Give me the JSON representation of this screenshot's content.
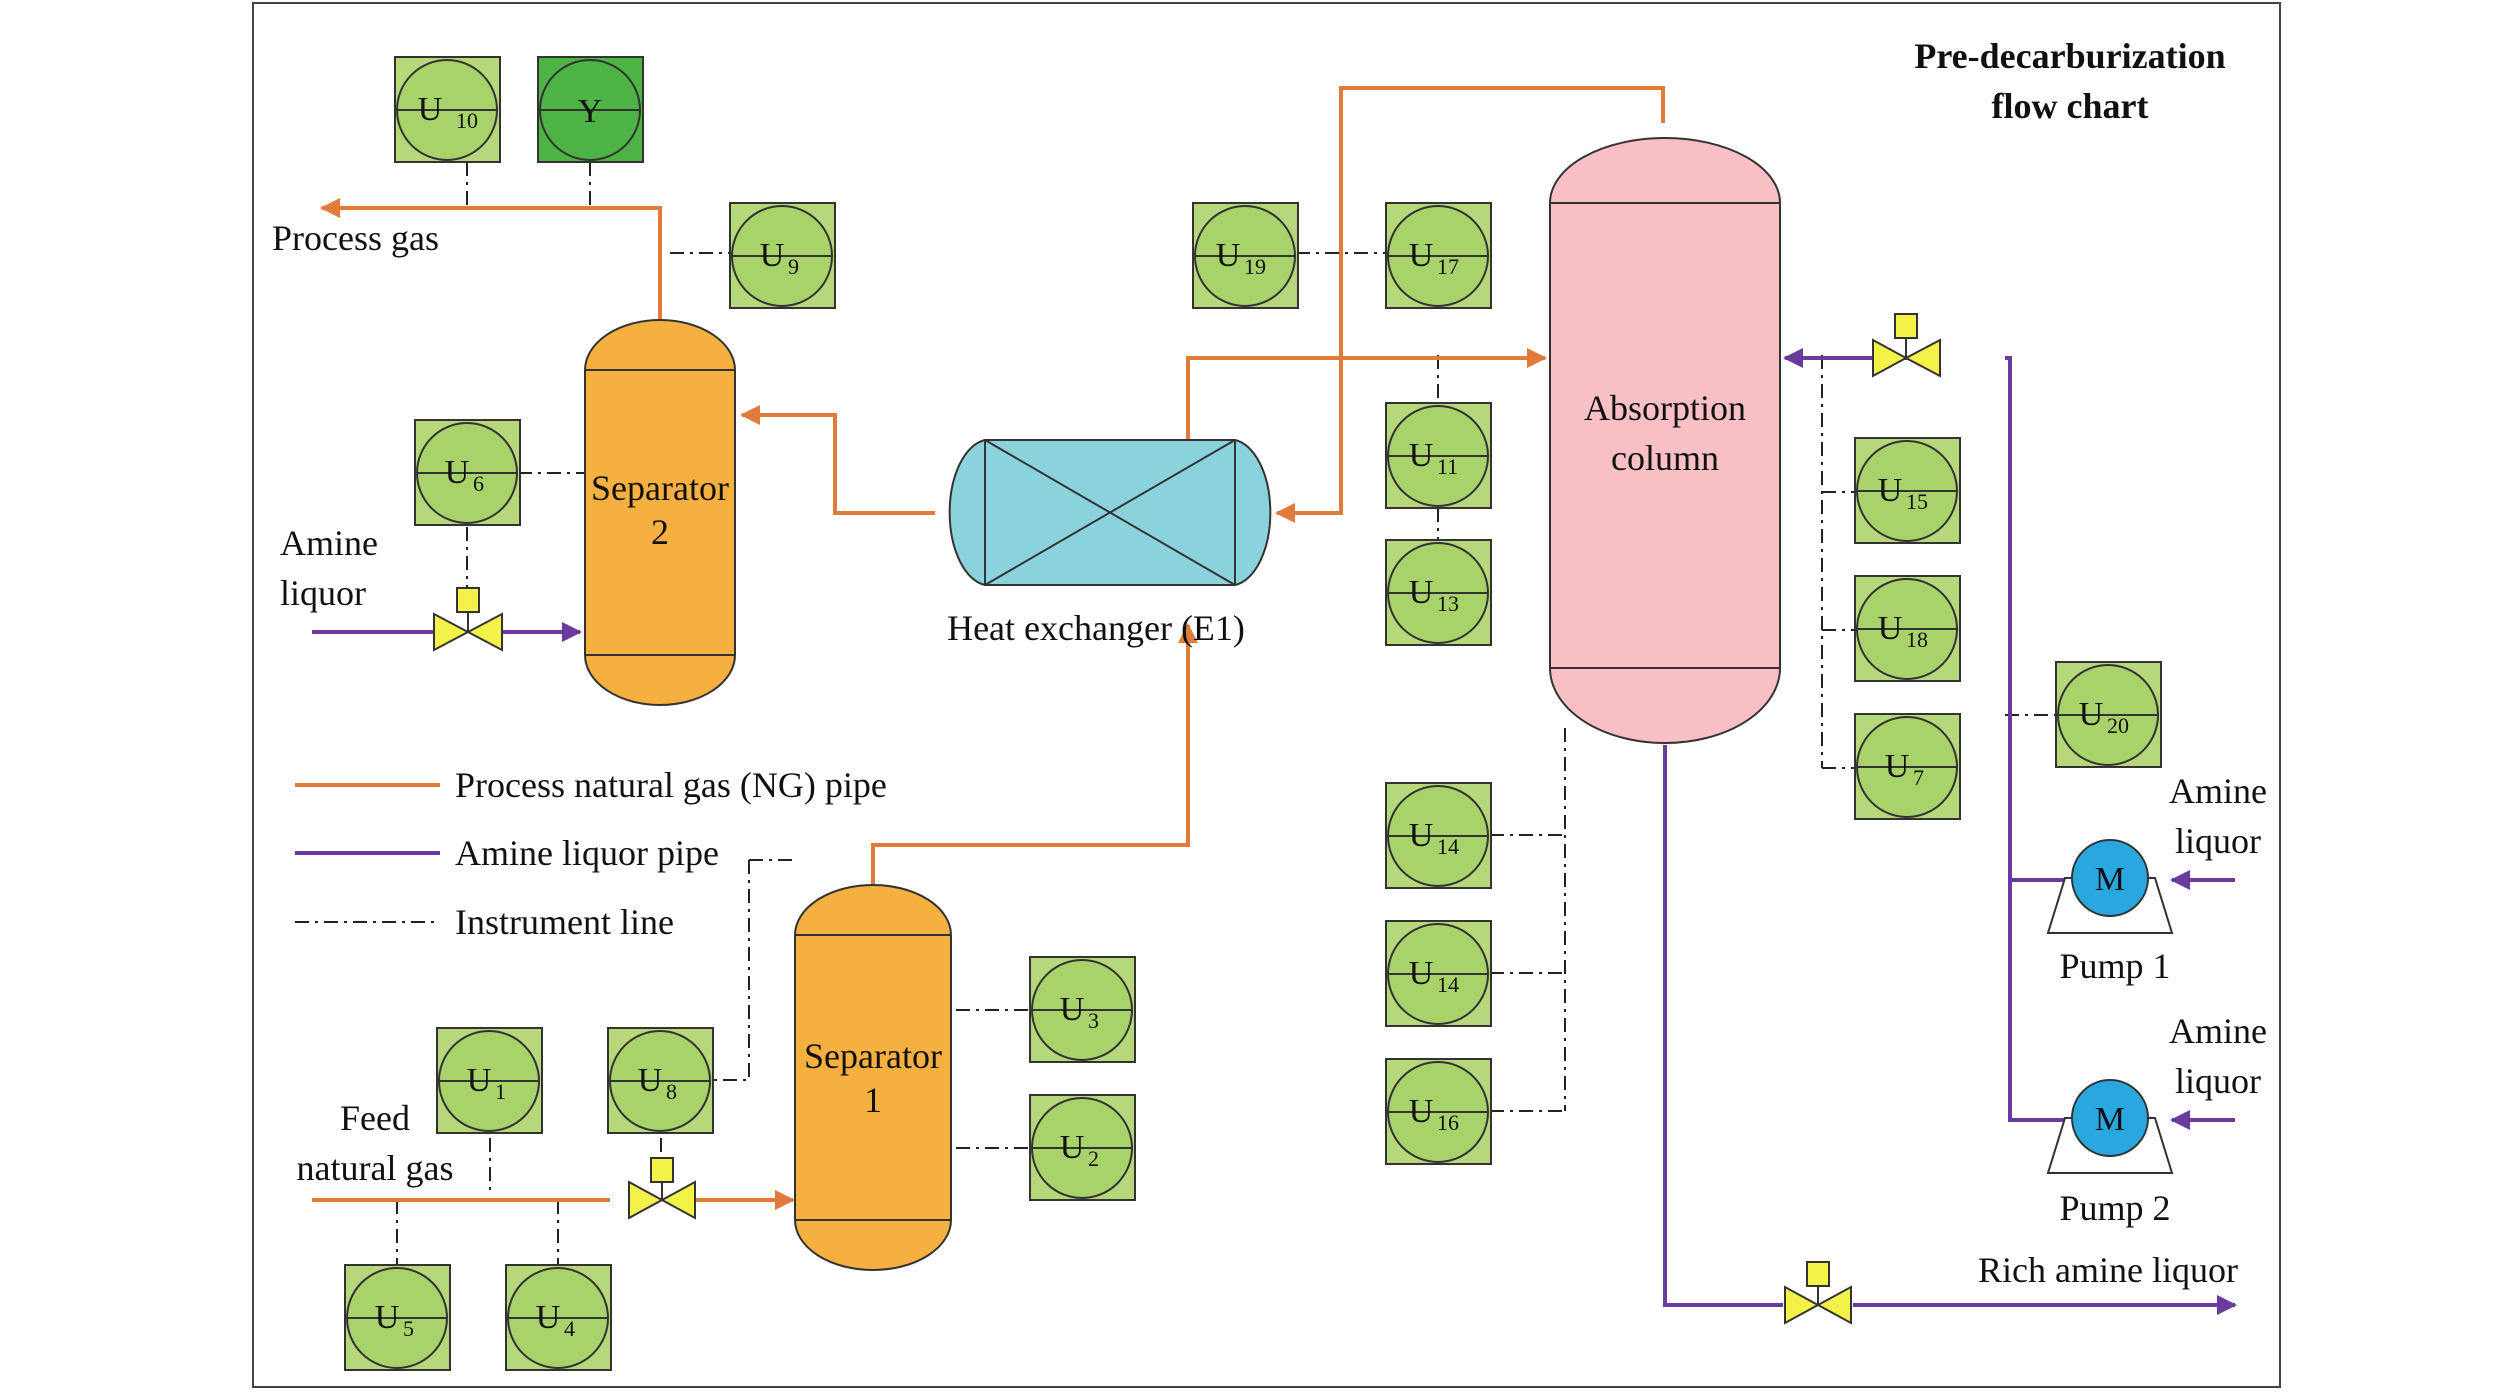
{
  "title_line1": "Pre-decarburization",
  "title_line2": "flow chart",
  "colors": {
    "ng_pipe": "#e07b3c",
    "amine_pipe": "#6a3a9e",
    "instrument_line": "#222222",
    "unit_box": "#b6d77a",
    "unit_circle": "#a8d26a",
    "unit_y": "#4cb344",
    "separator": "#f5b040",
    "heat_exchanger": "#8ad3dc",
    "absorption_column": "#f8c0c4",
    "pump": "#29a8e0",
    "valve": "#f2f248"
  },
  "legend": {
    "ng": "Process natural gas (NG) pipe",
    "amine": "Amine liquor pipe",
    "instrument": "Instrument line"
  },
  "equipment": {
    "separator1_l1": "Separator",
    "separator1_l2": "1",
    "separator2_l1": "Separator",
    "separator2_l2": "2",
    "heat_exchanger": "Heat exchanger (E1)",
    "absorber_l1": "Absorption",
    "absorber_l2": "column",
    "pump1": "Pump 1",
    "pump2": "Pump 2",
    "motor": "M"
  },
  "streams": {
    "process_gas": "Process gas",
    "feed_l1": "Feed",
    "feed_l2": "natural gas",
    "amine_l1": "Amine",
    "amine_l2": "liquor",
    "rich_amine": "Rich amine liquor"
  },
  "units": {
    "u1": {
      "main": "U",
      "sub": "1"
    },
    "u2": {
      "main": "U",
      "sub": "2"
    },
    "u3": {
      "main": "U",
      "sub": "3"
    },
    "u4": {
      "main": "U",
      "sub": "4"
    },
    "u5": {
      "main": "U",
      "sub": "5"
    },
    "u6": {
      "main": "U",
      "sub": "6"
    },
    "u7": {
      "main": "U",
      "sub": "7"
    },
    "u8": {
      "main": "U",
      "sub": "8"
    },
    "u9": {
      "main": "U",
      "sub": "9"
    },
    "u10": {
      "main": "U",
      "sub": "10"
    },
    "u11": {
      "main": "U",
      "sub": "11"
    },
    "u13": {
      "main": "U",
      "sub": "13"
    },
    "u14a": {
      "main": "U",
      "sub": "14"
    },
    "u14b": {
      "main": "U",
      "sub": "14"
    },
    "u15": {
      "main": "U",
      "sub": "15"
    },
    "u16": {
      "main": "U",
      "sub": "16"
    },
    "u17": {
      "main": "U",
      "sub": "17"
    },
    "u18": {
      "main": "U",
      "sub": "18"
    },
    "u19": {
      "main": "U",
      "sub": "19"
    },
    "u20": {
      "main": "U",
      "sub": "20"
    },
    "y": {
      "main": "Y",
      "sub": ""
    }
  },
  "icons": [
    "unit-instrument-icon",
    "valve-icon",
    "pump-icon",
    "arrow-icon"
  ]
}
